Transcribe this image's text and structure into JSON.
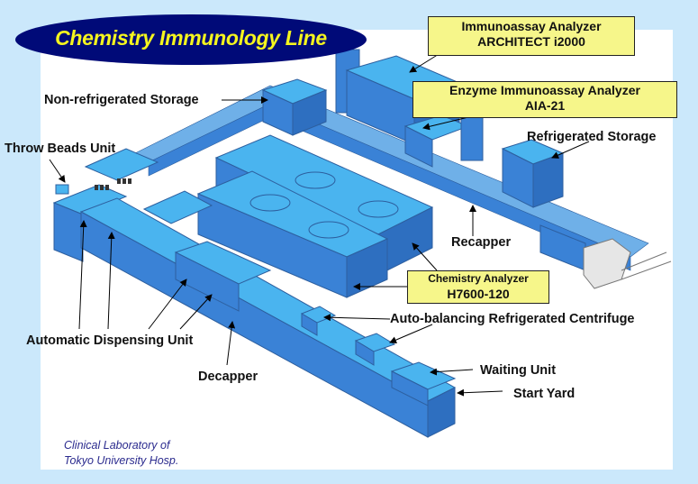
{
  "title": "Chemistry Immunology Line",
  "colors": {
    "background": "#cbe8fb",
    "panel": "#ffffff",
    "title_ellipse": "#000a78",
    "title_text": "#f5f51e",
    "callout_box": "#f6f68a",
    "machine_top": "#4ab4ef",
    "machine_side": "#3a82d6",
    "machine_dark": "#2e6fc0",
    "credit_text": "#2b2b8e"
  },
  "callout_boxes": {
    "architect": {
      "line1": "Immunoassay  Analyzer",
      "line2": "ARCHITECT i2000"
    },
    "aia": {
      "line1": "Enzyme Immunoassay  Analyzer",
      "line2": "AIA-21"
    },
    "chemistry": {
      "line1": "Chemistry Analyzer",
      "line2": "H7600-120"
    }
  },
  "labels": {
    "non_refrigerated_storage": "Non-refrigerated Storage",
    "throw_beads_unit": "Throw Beads Unit",
    "refrigerated_storage": "Refrigerated Storage",
    "recapper": "Recapper",
    "centrifuge": "Auto-balancing Refrigerated Centrifuge",
    "automatic_dispensing_unit": "Automatic Dispensing Unit",
    "decapper": "Decapper",
    "waiting_unit": "Waiting Unit",
    "start_yard": "Start Yard"
  },
  "credit": {
    "line1": "Clinical Laboratory of",
    "line2": "Tokyo University Hosp."
  }
}
